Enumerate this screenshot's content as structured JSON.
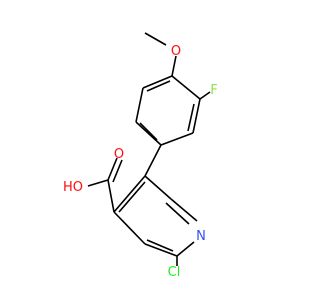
{
  "molecule": {
    "atom_labels": {
      "oxygen_methoxy": "O",
      "fluorine": "F",
      "hydroxyl": "HO",
      "carbonyl_oxygen": "O",
      "nitrogen": "N",
      "chlorine": "Cl"
    },
    "colors": {
      "bond": "#000000",
      "oxygen": "#ff0d0d",
      "fluorine": "#90e050",
      "nitrogen": "#3050f8",
      "chlorine": "#1ff01f"
    }
  }
}
